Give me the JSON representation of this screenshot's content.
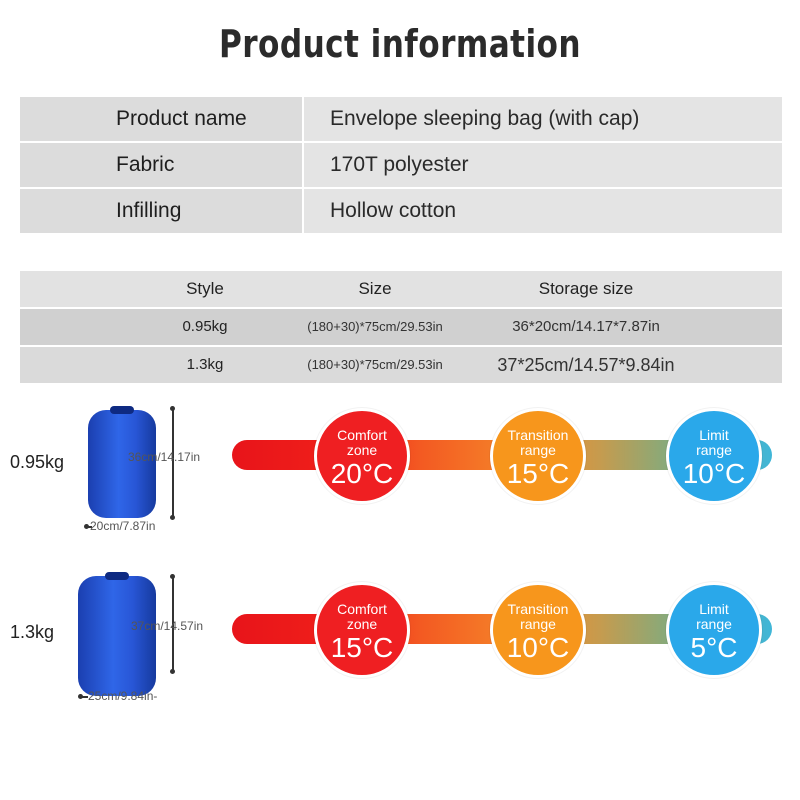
{
  "title": "Product information",
  "info": [
    {
      "key": "Product name",
      "value": "Envelope sleeping bag (with cap)"
    },
    {
      "key": "Fabric",
      "value": "170T polyester"
    },
    {
      "key": "Infilling",
      "value": "Hollow cotton"
    }
  ],
  "spec": {
    "headers": [
      "Style",
      "Size",
      "Storage size"
    ],
    "rows": [
      [
        "0.95kg",
        "(180+30)*75cm/29.53in",
        "36*20cm/14.17*7.87in"
      ],
      [
        "1.3kg",
        "(180+30)*75cm/29.53in",
        "37*25cm/14.57*9.84in"
      ]
    ]
  },
  "variants": [
    {
      "weight": "0.95kg",
      "height_dim": "36cm/14.17in",
      "width_dim": "20cm/7.87in",
      "zones": [
        {
          "label": "Comfort zone",
          "temp": "20°C",
          "color": "#ef1f22"
        },
        {
          "label": "Transition range",
          "temp": "15°C",
          "color": "#f7961c"
        },
        {
          "label": "Limit range",
          "temp": "10°C",
          "color": "#2aa8ea"
        }
      ]
    },
    {
      "weight": "1.3kg",
      "height_dim": "37cm/14.57in",
      "width_dim": "25cm/9.84in-",
      "zones": [
        {
          "label": "Comfort zone",
          "temp": "15°C",
          "color": "#ef1f22"
        },
        {
          "label": "Transition range",
          "temp": "10°C",
          "color": "#f7961c"
        },
        {
          "label": "Limit range",
          "temp": "5°C",
          "color": "#2aa8ea"
        }
      ]
    }
  ]
}
